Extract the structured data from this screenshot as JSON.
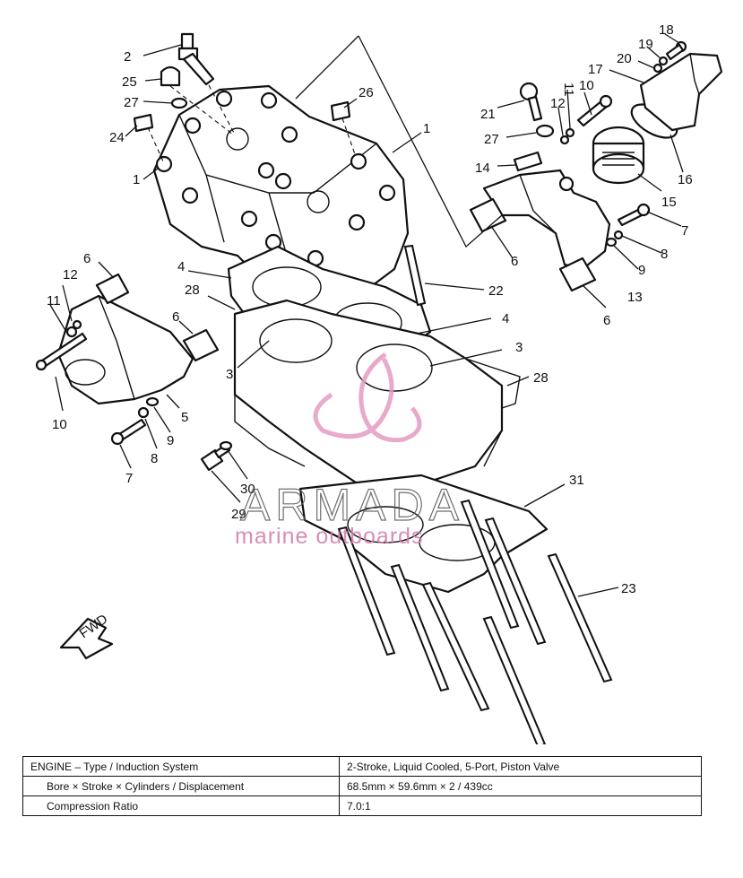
{
  "callouts": {
    "c1a": "1",
    "c1b": "1",
    "c2": "2",
    "c3a": "3",
    "c3b": "3",
    "c4a": "4",
    "c4b": "4",
    "c5": "5",
    "c6a": "6",
    "c6b": "6",
    "c6c": "6",
    "c6d": "6",
    "c7a": "7",
    "c7b": "7",
    "c8a": "8",
    "c8b": "8",
    "c9a": "9",
    "c9b": "9",
    "c10a": "10",
    "c10b": "10",
    "c11a": "11",
    "c11b": "11",
    "c12a": "12",
    "c12b": "12",
    "c13": "13",
    "c14": "14",
    "c15": "15",
    "c16": "16",
    "c17": "17",
    "c18": "18",
    "c19": "19",
    "c20": "20",
    "c21": "21",
    "c22": "22",
    "c23": "23",
    "c24": "24",
    "c25": "25",
    "c26": "26",
    "c27a": "27",
    "c27b": "27",
    "c28a": "28",
    "c28b": "28",
    "c29": "29",
    "c30": "30",
    "c31": "31"
  },
  "fwd_label": "FWD",
  "watermark": {
    "title": "ARMADA",
    "subtitle": "marine outboards"
  },
  "specs": [
    {
      "label": "ENGINE – Type / Induction System",
      "value": "2-Stroke, Liquid Cooled, 5-Port, Piston Valve"
    },
    {
      "label": "Bore × Stroke × Cylinders / Displacement",
      "value": "68.5mm × 59.6mm × 2 / 439cc"
    },
    {
      "label": "Compression Ratio",
      "value": "7.0:1"
    }
  ]
}
